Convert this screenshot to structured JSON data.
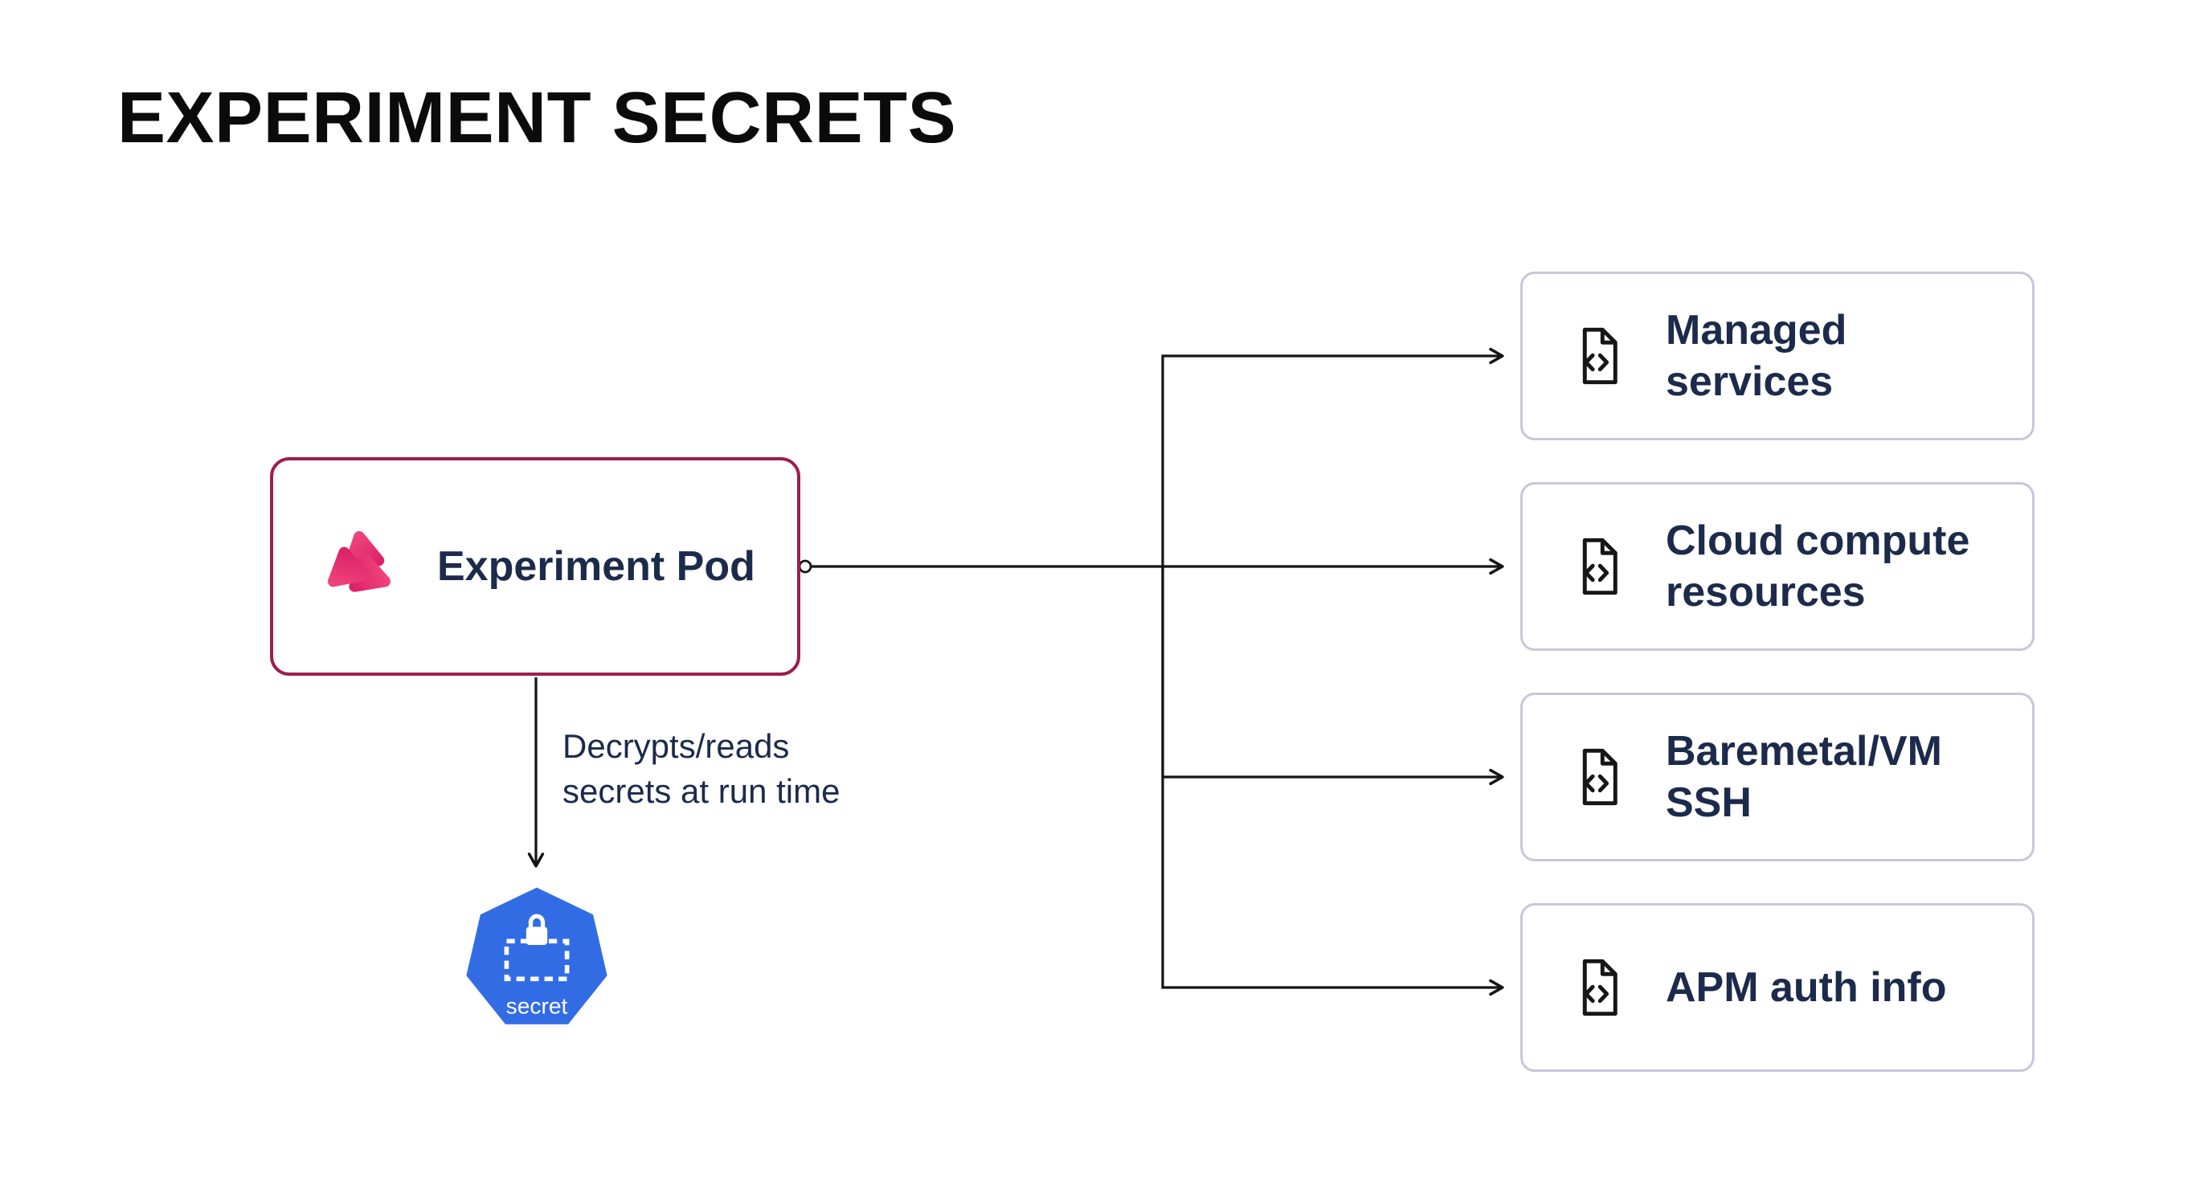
{
  "title": "EXPERIMENT SECRETS",
  "pod": {
    "label": "Experiment Pod",
    "icon": "litmus-experiment-icon"
  },
  "edge_annotation": {
    "lines": [
      "Decrypts/reads",
      "secrets at run time"
    ]
  },
  "secret_node": {
    "label": "secret",
    "icon": "kubernetes-secret-icon"
  },
  "targets": [
    {
      "label": "Managed services",
      "lines": [
        "Managed",
        "services"
      ],
      "icon": "file-code-icon"
    },
    {
      "label": "Cloud compute resources",
      "lines": [
        "Cloud compute",
        "resources"
      ],
      "icon": "file-code-icon"
    },
    {
      "label": "Baremetal/VM SSH",
      "lines": [
        "Baremetal/VM",
        "SSH"
      ],
      "icon": "file-code-icon"
    },
    {
      "label": "APM auth info",
      "lines": [
        "APM auth info"
      ],
      "icon": "file-code-icon"
    }
  ],
  "colors": {
    "pod_border": "#9D1D50",
    "pod_icon_pink": "#E8336E",
    "node_text": "#1C2B4B",
    "target_border": "#C7C7DB",
    "secret_blue": "#326CE5",
    "line": "#141414",
    "background": "#FFFFFF"
  }
}
